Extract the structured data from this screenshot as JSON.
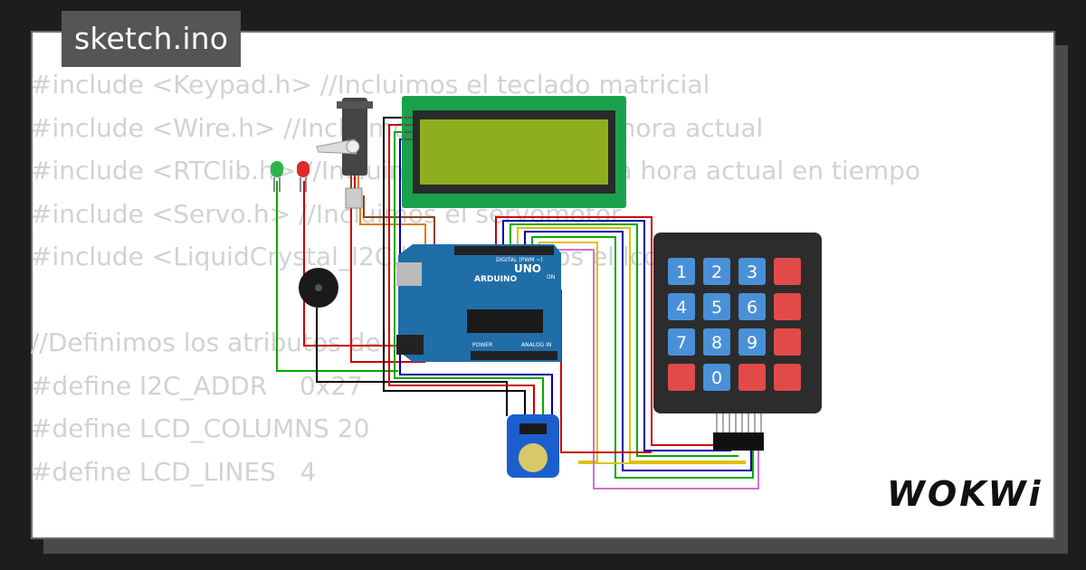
{
  "tab": {
    "title": "sketch.ino"
  },
  "code_lines": [
    "#include <Keypad.h> //Incluimos el teclado matricial",
    "#include <Wire.h> //Incluimos el reloj para la hora actual",
    "#include <RTClib.h> //Incluimos el reloj para la hora actual en tiempo",
    "#include <Servo.h> //Incluimos el servomotor",
    "#include <LiquidCrystal_I2C.h> //Incluimos el lcd",
    "",
    "//Definimos los atributos del LCD I2C",
    "#define I2C_ADDR    0x27",
    "#define LCD_COLUMNS 20",
    "#define LCD_LINES   4"
  ],
  "keypad": {
    "keys": [
      "1",
      "2",
      "3",
      "",
      "4",
      "5",
      "6",
      "",
      "7",
      "8",
      "9",
      "",
      "",
      "0",
      "",
      ""
    ],
    "key_kinds": [
      "num",
      "num",
      "num",
      "fn",
      "num",
      "num",
      "num",
      "fn",
      "num",
      "num",
      "num",
      "fn",
      "fn",
      "num",
      "fn",
      "fn"
    ]
  },
  "arduino": {
    "model": "UNO",
    "brand": "ARDUINO",
    "digital_label": "DIGITAL (PWM ~)",
    "analog_label": "ANALOG IN",
    "power_label": "POWER",
    "on_label": "ON"
  },
  "colors": {
    "lcd_pcb": "#1aa24b",
    "lcd_screen": "#8fae1f",
    "arduino_board": "#1f6ea8",
    "keypad_body": "#2c2c2c",
    "key_blue": "#4a90d9",
    "key_red": "#e24a4a",
    "rtc_board": "#1b5fcf",
    "code_text": "#d2d2d2"
  },
  "logo": {
    "text": "WOKWi"
  }
}
